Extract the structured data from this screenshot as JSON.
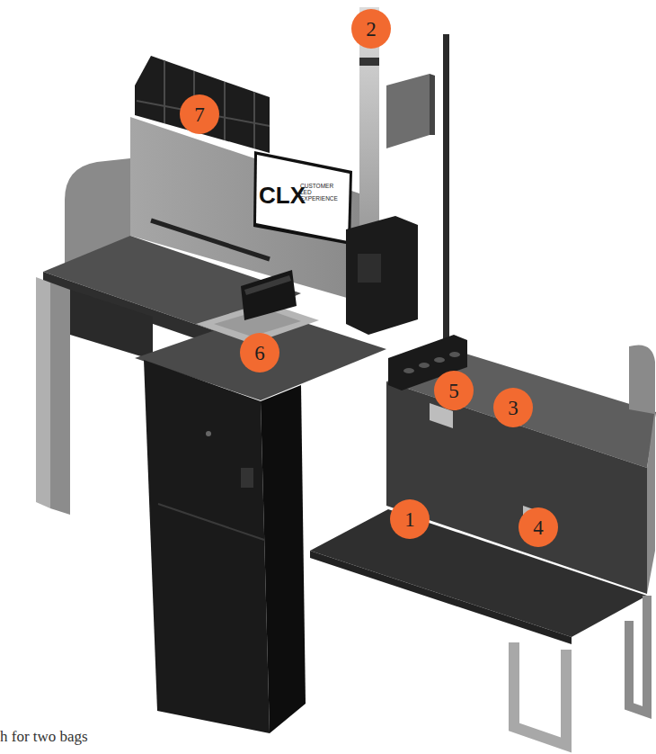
{
  "diagram": {
    "nodes": [
      {
        "text": [
          "2"
        ]
      },
      {
        "text": [
          "7"
        ]
      },
      {
        "text": [
          "6"
        ]
      },
      {
        "text": [
          "5"
        ]
      },
      {
        "text": [
          "3"
        ]
      },
      {
        "text": [
          "1"
        ]
      },
      {
        "text": [
          "4"
        ]
      }
    ],
    "labels": [
      "CLX",
      "CUSTOMER LED EXPERIENCE",
      "h for two bags"
    ]
  }
}
